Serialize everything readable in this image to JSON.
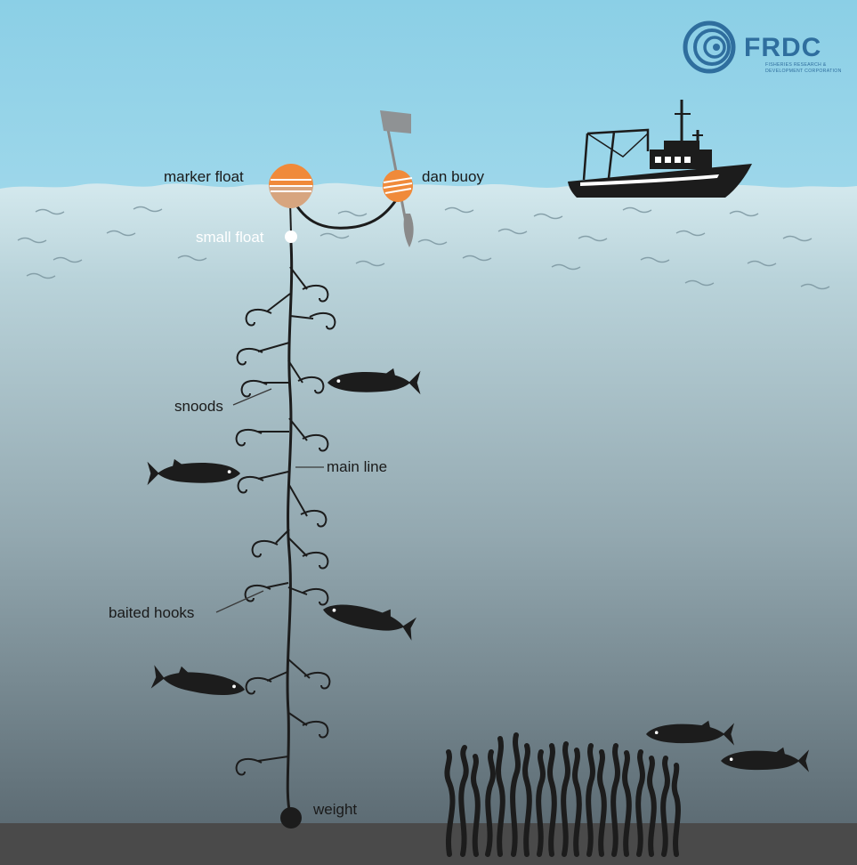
{
  "logo": {
    "name": "FRDC",
    "subtitle_line1": "FISHERIES RESEARCH &",
    "subtitle_line2": "DEVELOPMENT CORPORATION"
  },
  "labels": {
    "marker_float": "marker float",
    "dan_buoy": "dan buoy",
    "small_float": "small float",
    "snoods": "snoods",
    "main_line": "main line",
    "baited_hooks": "baited hooks",
    "weight": "weight"
  },
  "colors": {
    "sky": "#8ed1e8",
    "water_top": "#cfe6ec",
    "water_bottom": "#5d6c74",
    "seabed": "#4a4a4a",
    "float_orange": "#f08a3a",
    "float_tan": "#d7a57f",
    "silhouette": "#1c1c1c",
    "logo_blue": "#2f6e9e"
  },
  "icons": [
    "frdc-logo-icon",
    "boat-icon",
    "fish-icon",
    "seaweed-icon",
    "hook-icon",
    "flag-icon"
  ]
}
